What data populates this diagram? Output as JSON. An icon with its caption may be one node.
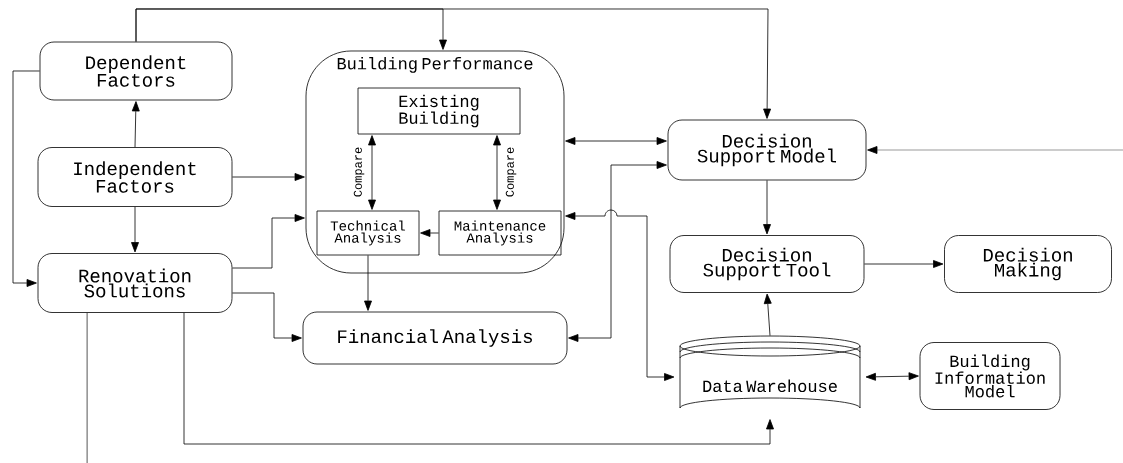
{
  "diagram": {
    "nodes": [
      {
        "text": [
          "Dependent Factors"
        ]
      },
      {
        "text": [
          "Independent Factors"
        ]
      },
      {
        "text": [
          "Renovation Solutions"
        ]
      },
      {
        "text": [
          "Building Performance"
        ]
      },
      {
        "text": [
          "Existing Building"
        ],
        "in": 3
      },
      {
        "text": [
          "Technical Analysis"
        ],
        "in": 3
      },
      {
        "text": [
          "Maintenance Analysis"
        ],
        "in": 3
      },
      {
        "text": [
          "Financial Analysis"
        ]
      },
      {
        "text": [
          "Decision Support Model"
        ]
      },
      {
        "text": [
          "Decision Support Tool"
        ]
      },
      {
        "text": [
          "Decision Making"
        ]
      },
      {
        "text": [
          "Data Warehouse"
        ]
      },
      {
        "text": [
          "Building Information Model"
        ]
      }
    ],
    "edges": [
      {
        "from": 0,
        "to": 3,
        "arrow": "to"
      },
      {
        "from": 0,
        "to": 8,
        "arrow": "to"
      },
      {
        "from": 0,
        "to": 2,
        "arrow": "to"
      },
      {
        "from": 1,
        "to": 0,
        "arrow": "to"
      },
      {
        "from": 1,
        "to": 2,
        "arrow": "to"
      },
      {
        "from": 1,
        "to": 3,
        "arrow": "to"
      },
      {
        "from": 2,
        "to": 3,
        "arrow": "to"
      },
      {
        "from": 2,
        "to": 7,
        "arrow": "to"
      },
      {
        "from": 2,
        "to": null,
        "arrow": "none"
      },
      {
        "from": 2,
        "to": 11,
        "arrow": "to"
      },
      {
        "from": 4,
        "to": 5,
        "arrow": "both",
        "label": "Compare"
      },
      {
        "from": 4,
        "to": 6,
        "arrow": "both",
        "label": "Compare"
      },
      {
        "from": 6,
        "to": 5,
        "arrow": "to"
      },
      {
        "from": 5,
        "to": 7,
        "arrow": "to"
      },
      {
        "from": 3,
        "to": 8,
        "arrow": "both"
      },
      {
        "from": 7,
        "to": 8,
        "arrow": "both"
      },
      {
        "from": 3,
        "to": 11,
        "arrow": "both"
      },
      {
        "from": null,
        "to": 8,
        "arrow": "to"
      },
      {
        "from": 8,
        "to": 9,
        "arrow": "to"
      },
      {
        "from": 9,
        "to": 10,
        "arrow": "to"
      },
      {
        "from": 11,
        "to": 9,
        "arrow": "to"
      },
      {
        "from": 11,
        "to": 12,
        "arrow": "both"
      }
    ]
  }
}
